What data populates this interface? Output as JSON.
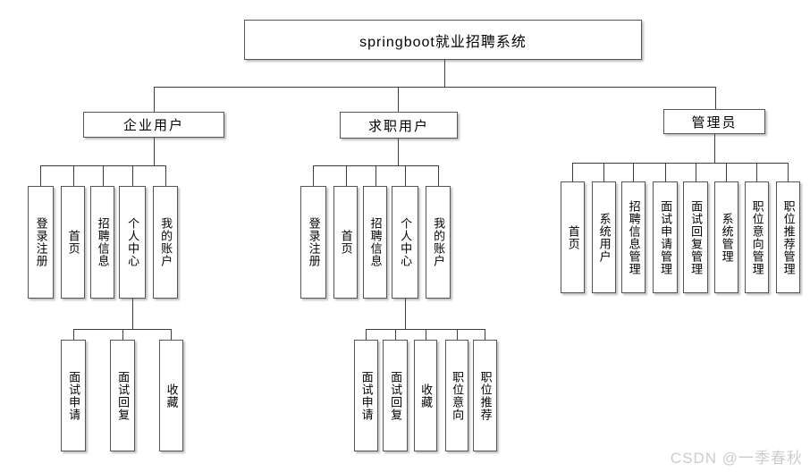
{
  "diagram": {
    "root": {
      "label": "springboot就业招聘系统"
    },
    "groups": [
      {
        "label": "企业用户",
        "children": [
          "登录注册",
          "首页",
          "招聘信息",
          "个人中心",
          "我的账户"
        ],
        "subchildren": [
          "面试申请",
          "面试回复",
          "收藏"
        ]
      },
      {
        "label": "求职用户",
        "children": [
          "登录注册",
          "首页",
          "招聘信息",
          "个人中心",
          "我的账户"
        ],
        "subchildren": [
          "面试申请",
          "面试回复",
          "收藏",
          "职位意向",
          "职位推荐"
        ]
      },
      {
        "label": "管理员",
        "children": [
          "首页",
          "系统用户",
          "招聘信息管理",
          "面试申请管理",
          "面试回复管理",
          "系统管理",
          "职位意向管理",
          "职位推荐管理"
        ]
      }
    ],
    "watermark": "CSDN @一季春秋"
  }
}
